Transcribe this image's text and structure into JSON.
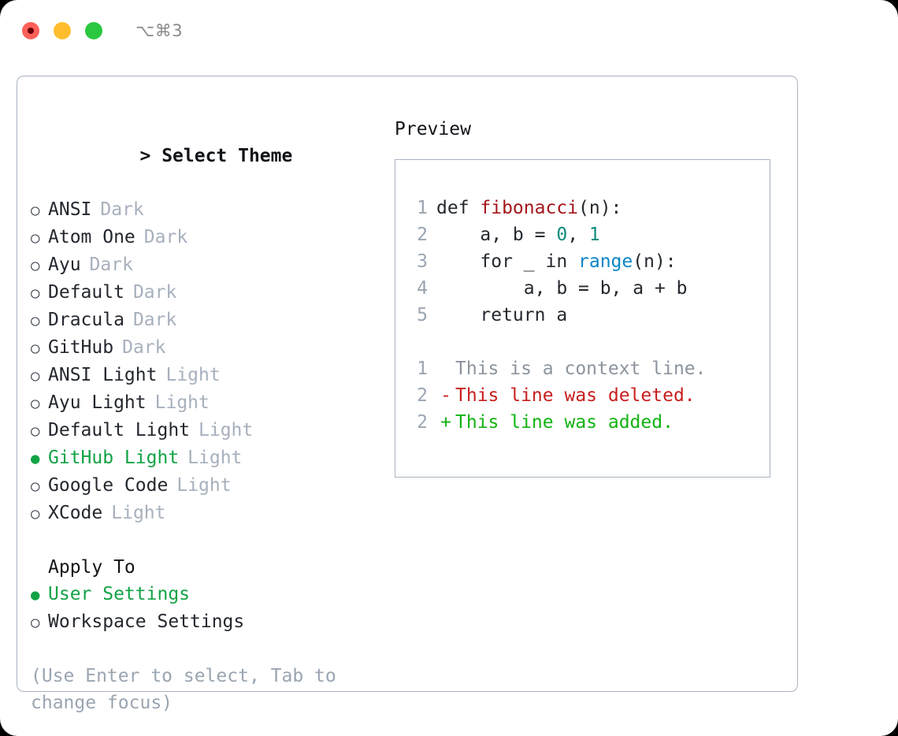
{
  "titlebar": {
    "shortcut": "⌥⌘3",
    "lights": [
      "close",
      "minimize",
      "maximize"
    ]
  },
  "theme_section": {
    "caret": "> ",
    "title": "Select Theme",
    "focused": true,
    "options": [
      {
        "label": "ANSI",
        "badge": "Dark",
        "selected": false,
        "bullet": "○"
      },
      {
        "label": "Atom One",
        "badge": "Dark",
        "selected": false,
        "bullet": "○"
      },
      {
        "label": "Ayu",
        "badge": "Dark",
        "selected": false,
        "bullet": "○"
      },
      {
        "label": "Default",
        "badge": "Dark",
        "selected": false,
        "bullet": "○"
      },
      {
        "label": "Dracula",
        "badge": "Dark",
        "selected": false,
        "bullet": "○"
      },
      {
        "label": "GitHub",
        "badge": "Dark",
        "selected": false,
        "bullet": "○"
      },
      {
        "label": "ANSI Light",
        "badge": "Light",
        "selected": false,
        "bullet": "○"
      },
      {
        "label": "Ayu Light",
        "badge": "Light",
        "selected": false,
        "bullet": "○"
      },
      {
        "label": "Default Light",
        "badge": "Light",
        "selected": false,
        "bullet": "○"
      },
      {
        "label": "GitHub Light",
        "badge": "Light",
        "selected": true,
        "bullet": "●"
      },
      {
        "label": "Google Code",
        "badge": "Light",
        "selected": false,
        "bullet": "○"
      },
      {
        "label": "XCode",
        "badge": "Light",
        "selected": false,
        "bullet": "○"
      }
    ]
  },
  "apply_section": {
    "title": "Apply To",
    "focused": false,
    "options": [
      {
        "label": "User Settings",
        "selected": true,
        "bullet": "●"
      },
      {
        "label": "Workspace Settings",
        "selected": false,
        "bullet": "○"
      }
    ]
  },
  "hint": "(Use Enter to select, Tab to change focus)",
  "preview": {
    "title": "Preview",
    "code_lines": [
      {
        "n": "1",
        "tokens": [
          {
            "t": "def ",
            "k": "plain"
          },
          {
            "t": "fibonacci",
            "k": "fn"
          },
          {
            "t": "(n):",
            "k": "plain"
          }
        ]
      },
      {
        "n": "2",
        "tokens": [
          {
            "t": "    a, b = ",
            "k": "plain"
          },
          {
            "t": "0",
            "k": "num"
          },
          {
            "t": ", ",
            "k": "plain"
          },
          {
            "t": "1",
            "k": "num"
          }
        ]
      },
      {
        "n": "3",
        "tokens": [
          {
            "t": "    for _ in ",
            "k": "plain"
          },
          {
            "t": "range",
            "k": "call"
          },
          {
            "t": "(n):",
            "k": "plain"
          }
        ]
      },
      {
        "n": "4",
        "tokens": [
          {
            "t": "        a, b = b, a + b",
            "k": "plain"
          }
        ]
      },
      {
        "n": "5",
        "tokens": [
          {
            "t": "    return a",
            "k": "plain"
          }
        ]
      }
    ],
    "diff_lines": [
      {
        "n": "1",
        "mark": " ",
        "text": "This is a context line.",
        "kind": "ctx"
      },
      {
        "n": "2",
        "mark": "-",
        "text": "This line was deleted.",
        "kind": "del"
      },
      {
        "n": "2",
        "mark": "+",
        "text": "This line was added.",
        "kind": "add"
      }
    ]
  },
  "colors": {
    "accent_green": "#11a345",
    "badge_grey": "#a7b0bd",
    "hint_grey": "#9aa5b1",
    "border": "#a9b3c1",
    "diff_add": "#12b312",
    "diff_del": "#c81e1e",
    "diff_ctx": "#8b949e",
    "tok_fn": "#a4161a",
    "tok_num": "#0d8a7a",
    "tok_call": "#0a85c7"
  }
}
